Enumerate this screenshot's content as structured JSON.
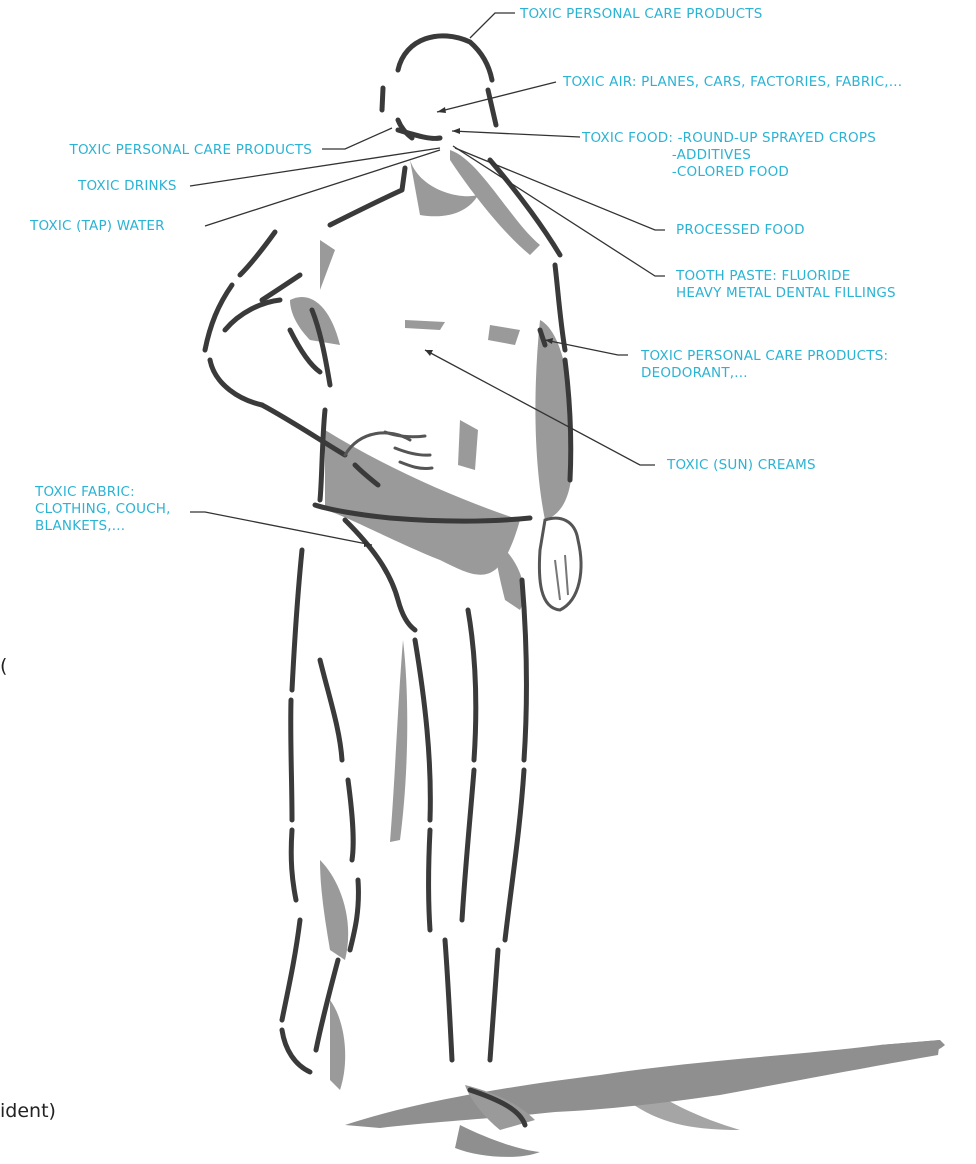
{
  "labels": [
    {
      "id": "personal-care-top",
      "text": "TOXIC PERSONAL CARE PRODUCTS"
    },
    {
      "id": "air",
      "text": "TOXIC AIR: PLANES, CARS, FACTORIES, FABRIC,..."
    },
    {
      "id": "personal-care-left",
      "text": "TOXIC PERSONAL CARE PRODUCTS"
    },
    {
      "id": "food",
      "text": "TOXIC FOOD: -ROUND-UP SPRAYED CROPS\n                    -ADDITIVES\n                    -COLORED FOOD"
    },
    {
      "id": "drinks",
      "text": "TOXIC DRINKS"
    },
    {
      "id": "tap-water",
      "text": "TOXIC (TAP) WATER"
    },
    {
      "id": "processed-food",
      "text": "PROCESSED FOOD"
    },
    {
      "id": "tooth-paste",
      "text": "TOOTH PASTE: FLUORIDE\nHEAVY METAL DENTAL FILLINGS"
    },
    {
      "id": "personal-care-deodorant",
      "text": "TOXIC PERSONAL CARE PRODUCTS:\nDEODORANT,..."
    },
    {
      "id": "sun-creams",
      "text": "TOXIC (SUN) CREAMS"
    },
    {
      "id": "fabric",
      "text": "TOXIC FABRIC:\nCLOTHING, COUCH,\nBLANKETS,..."
    }
  ],
  "cut_text": {
    "bracket": "(",
    "word": "ident)"
  },
  "colors": {
    "label": "#2bb3d4",
    "outline": "#3a3a3a",
    "shade": "#9a9a9a",
    "shadow": "#8f8f8f",
    "leader": "#333333"
  }
}
